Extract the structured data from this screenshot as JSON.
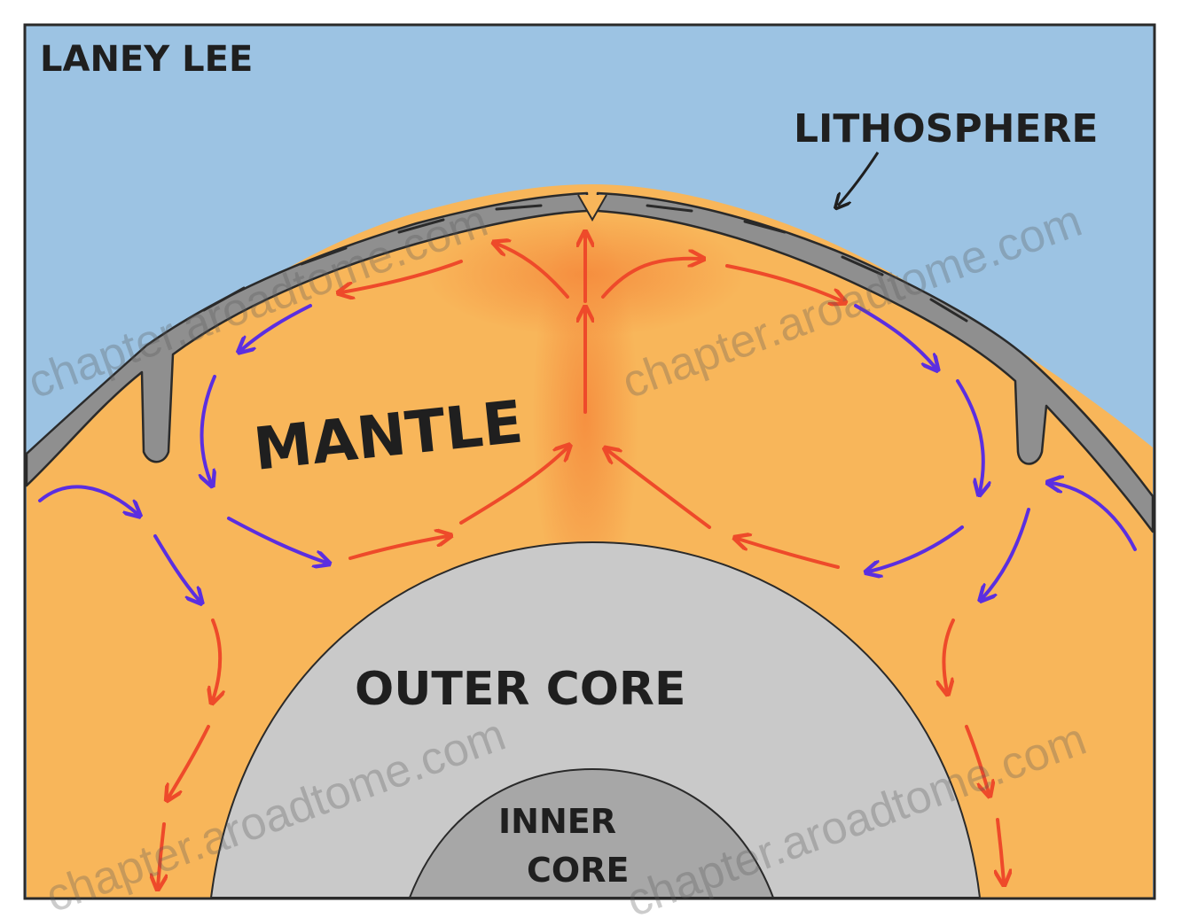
{
  "credit": "LANEY LEE",
  "labels": {
    "lithosphere": "LITHOSPHERE",
    "mantle": "MANTLE",
    "outer_core": "OUTER CORE",
    "inner_core_line1": "INNER",
    "inner_core_line2": "CORE"
  },
  "watermark": "chapter.aroadtome.com",
  "colors": {
    "sky": "#9cc3e3",
    "mantle": "#f8b65a",
    "lithosphere": "#8f8f8f",
    "outer_core": "#c9c9c9",
    "inner_core": "#a7a7a7",
    "hot_arrow": "#ee4a2a",
    "cold_arrow": "#5b2ee0"
  }
}
